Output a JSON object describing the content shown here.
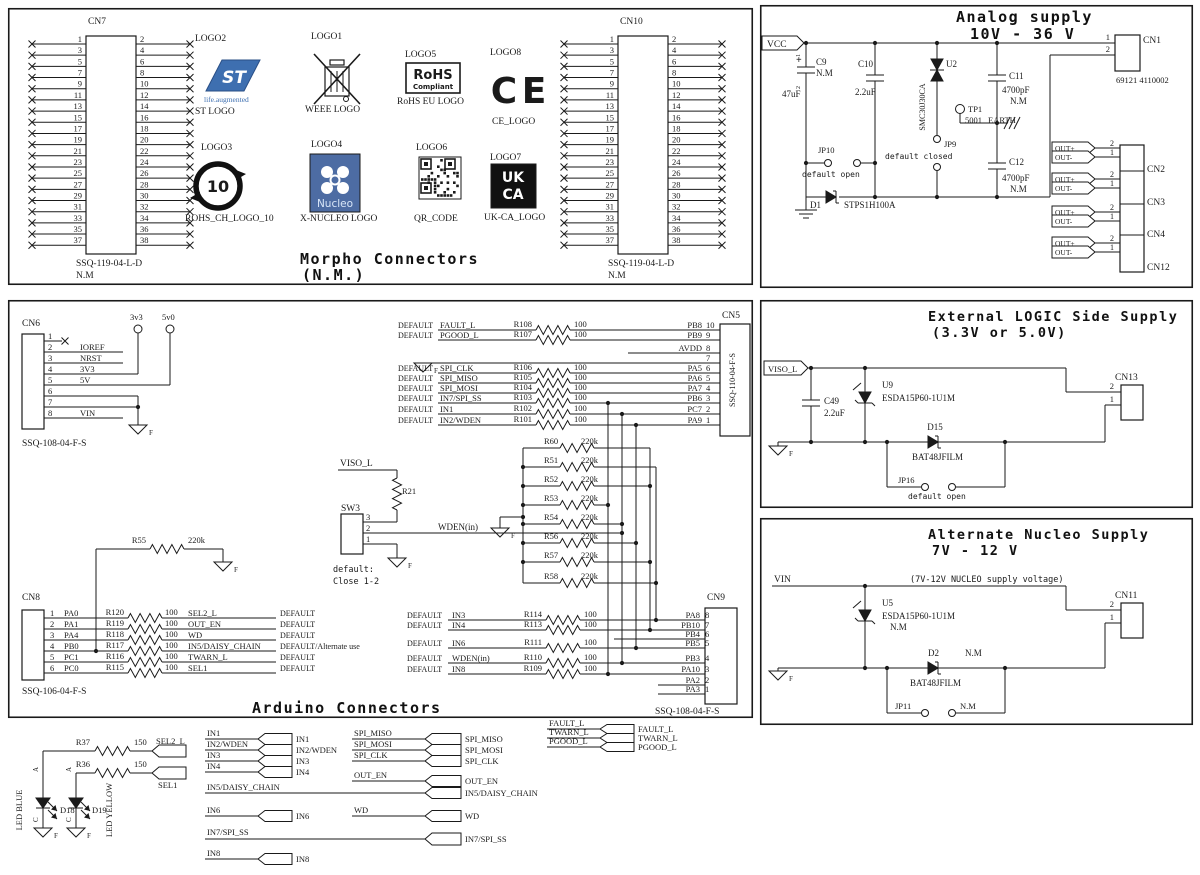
{
  "colors": {
    "ink": "#1a1a1a",
    "st_blue": "#3e6fb0",
    "nucleo_blue": "#4d6ca3",
    "logo_black": "#111111"
  },
  "gnd": "F",
  "sections": {
    "morpho": {
      "title1": "Morpho Connectors",
      "title2": "(N.M.)"
    },
    "analog": {
      "title1": "Analog supply",
      "title2": "10V - 36 V"
    },
    "arduino": {
      "title": "Arduino Connectors"
    },
    "logic": {
      "title1": "External LOGIC Side Supply",
      "title2": "(3.3V or 5.0V)"
    },
    "alt": {
      "title1": "Alternate Nucleo Supply",
      "title2": "7V - 12 V"
    }
  },
  "morpho": {
    "cn7": {
      "ref": "CN7",
      "part": "SSQ-119-04-L-D",
      "nm": "N.M",
      "pin_pairs": 19
    },
    "cn10": {
      "ref": "CN10",
      "part": "SSQ-119-04-L-D",
      "nm": "N.M",
      "pin_pairs": 19
    },
    "logos": [
      {
        "id": "LOGO2",
        "caption": "ST LOGO",
        "kind": "st",
        "sub": "life.augmented"
      },
      {
        "id": "LOGO1",
        "caption": "WEEE LOGO",
        "kind": "weee"
      },
      {
        "id": "LOGO5",
        "caption": "RoHS EU LOGO",
        "kind": "rohs",
        "line1": "RoHS",
        "line2": "Compliant"
      },
      {
        "id": "LOGO8",
        "caption": "CE_LOGO",
        "kind": "ce",
        "line1": "C",
        "line2": "E"
      },
      {
        "id": "LOGO3",
        "caption": "ROHS_CH_LOGO_10",
        "kind": "rohs10",
        "line1": "10"
      },
      {
        "id": "LOGO4",
        "caption": "X-NUCLEO LOGO",
        "kind": "nucleo",
        "line1": "Nucleo"
      },
      {
        "id": "LOGO6",
        "caption": "QR_CODE",
        "kind": "qr"
      },
      {
        "id": "LOGO7",
        "caption": "UK-CA_LOGO",
        "kind": "ukca",
        "line1": "UK",
        "line2": "CA"
      }
    ]
  },
  "analog": {
    "vcc": "VCC",
    "c9": {
      "ref": "C9",
      "nm": "N.M",
      "value": "47uF",
      "plus": "+",
      "p1": "1",
      "p2": "2"
    },
    "c10": {
      "ref": "C10",
      "value": "2.2uF"
    },
    "u2": {
      "ref": "U2",
      "part": "SMC30J30CA"
    },
    "jp10": {
      "ref": "JP10",
      "note": "default open"
    },
    "jp9": {
      "ref": "JP9",
      "note": "default closed"
    },
    "tp1": {
      "ref": "TP1",
      "part": "5001",
      "net": "EARTH"
    },
    "c11": {
      "ref": "C11",
      "value": "4700pF",
      "nm": "N.M"
    },
    "c12": {
      "ref": "C12",
      "value": "4700pF",
      "nm": "N.M"
    },
    "d1": {
      "ref": "D1",
      "part": "STPS1H100A"
    },
    "cn1": {
      "ref": "CN1",
      "part": "69121 4110002",
      "pin1": "1",
      "pin2": "2"
    },
    "outs": {
      "plus": "OUT+",
      "minus": "OUT-",
      "pin2": "2",
      "pin1": "1",
      "refs": [
        "CN2",
        "CN3",
        "CN4",
        "CN12"
      ]
    }
  },
  "arduino": {
    "cn6": {
      "ref": "CN6",
      "part": "SSQ-108-04-F-S",
      "tp1": "3v3",
      "tp2": "5v0",
      "rows": [
        {
          "pin": "1",
          "label": ""
        },
        {
          "pin": "2",
          "label": "IOREF"
        },
        {
          "pin": "3",
          "label": "NRST"
        },
        {
          "pin": "4",
          "label": "3V3"
        },
        {
          "pin": "5",
          "label": "5V"
        },
        {
          "pin": "6",
          "label": ""
        },
        {
          "pin": "7",
          "label": ""
        },
        {
          "pin": "8",
          "label": "VIN"
        }
      ]
    },
    "cn5": {
      "ref": "CN5",
      "part": "SSQ-110-04-F-S",
      "rows": [
        {
          "def": "DEFAULT",
          "sig": "FAULT_L",
          "res": "R108",
          "val": "100",
          "lab": "PB8",
          "pin": "10"
        },
        {
          "def": "DEFAULT",
          "sig": "PGOOD_L",
          "res": "R107",
          "val": "100",
          "lab": "PB9",
          "pin": "9"
        },
        {
          "lab": "AVDD",
          "pin": "8"
        },
        {
          "pin": "7"
        },
        {
          "def": "DEFAULT",
          "sig": "SPI_CLK",
          "res": "R106",
          "val": "100",
          "lab": "PA5",
          "pin": "6"
        },
        {
          "def": "DEFAULT",
          "sig": "SPI_MISO",
          "res": "R105",
          "val": "100",
          "lab": "PA6",
          "pin": "5"
        },
        {
          "def": "DEFAULT",
          "sig": "SPI_MOSI",
          "res": "R104",
          "val": "100",
          "lab": "PA7",
          "pin": "4"
        },
        {
          "def": "DEFAULT",
          "sig": "IN7/SPI_SS",
          "res": "R103",
          "val": "100",
          "lab": "PB6",
          "pin": "3"
        },
        {
          "def": "DEFAULT",
          "sig": "IN1",
          "res": "R102",
          "val": "100",
          "lab": "PC7",
          "pin": "2"
        },
        {
          "def": "DEFAULT",
          "sig": "IN2/WDEN",
          "res": "R101",
          "val": "100",
          "lab": "PA9",
          "pin": "1"
        }
      ]
    },
    "pulldowns": [
      {
        "ref": "R60",
        "val": "220k"
      },
      {
        "ref": "R51",
        "val": "220k"
      },
      {
        "ref": "R52",
        "val": "220k"
      },
      {
        "ref": "R53",
        "val": "220k"
      },
      {
        "ref": "R54",
        "val": "220k"
      },
      {
        "ref": "R56",
        "val": "220k"
      },
      {
        "ref": "R57",
        "val": "220k"
      },
      {
        "ref": "R58",
        "val": "220k"
      }
    ],
    "r55": {
      "ref": "R55",
      "val": "220k"
    },
    "viso": "VISO_L",
    "r21": "R21",
    "sw3": {
      "ref": "SW3",
      "p3": "3",
      "p2": "2",
      "p1": "1",
      "sig": "WDEN(in)",
      "note1": "default:",
      "note2": "Close 1-2"
    },
    "cn8": {
      "ref": "CN8",
      "part": "SSQ-106-04-F-S",
      "rows": [
        {
          "pin": "1",
          "lab": "PA0",
          "res": "R120",
          "val": "100",
          "sig": "SEL2_L",
          "def": "DEFAULT"
        },
        {
          "pin": "2",
          "lab": "PA1",
          "res": "R119",
          "val": "100",
          "sig": "OUT_EN",
          "def": "DEFAULT"
        },
        {
          "pin": "3",
          "lab": "PA4",
          "res": "R118",
          "val": "100",
          "sig": "WD",
          "def": "DEFAULT"
        },
        {
          "pin": "4",
          "lab": "PB0",
          "res": "R117",
          "val": "100",
          "sig": "IN5/DAISY_CHAIN",
          "def": "DEFAULT/Alternate use"
        },
        {
          "pin": "5",
          "lab": "PC1",
          "res": "R116",
          "val": "100",
          "sig": "TWARN_L",
          "def": "DEFAULT"
        },
        {
          "pin": "6",
          "lab": "PC0",
          "res": "R115",
          "val": "100",
          "sig": "SEL1",
          "def": "DEFAULT"
        }
      ]
    },
    "cn9": {
      "ref": "CN9",
      "part": "SSQ-108-04-F-S",
      "rows": [
        {
          "def": "DEFAULT",
          "sig": "IN3",
          "res": "R114",
          "val": "100",
          "lab": "PA8",
          "pin": "8"
        },
        {
          "def": "DEFAULT",
          "sig": "IN4",
          "res": "R113",
          "val": "100",
          "lab": "PB10",
          "pin": "7"
        },
        {
          "lab": "PB4",
          "pin": "6"
        },
        {
          "def": "DEFAULT",
          "sig": "IN6",
          "res": "R111",
          "val": "100",
          "lab": "PB5",
          "pin": "5"
        },
        {
          "def": "DEFAULT",
          "sig": "WDEN(in)",
          "res": "R110",
          "val": "100",
          "lab": "PB3",
          "pin": "4"
        },
        {
          "def": "DEFAULT",
          "sig": "IN8",
          "res": "R109",
          "val": "100",
          "lab": "PA10",
          "pin": "3"
        },
        {
          "lab": "PA2",
          "pin": "2"
        },
        {
          "lab": "PA3",
          "pin": "1"
        }
      ]
    }
  },
  "logic": {
    "viso": "VISO_L",
    "c49": {
      "ref": "C49",
      "value": "2.2uF"
    },
    "u9": {
      "ref": "U9",
      "part": "ESDA15P60-1U1M"
    },
    "d15": {
      "ref": "D15",
      "part": "BAT48JFILM"
    },
    "jp16": {
      "ref": "JP16",
      "note": "default open"
    },
    "cn13": {
      "ref": "CN13",
      "pin2": "2",
      "pin1": "1"
    }
  },
  "alt": {
    "vin": "VIN",
    "note": "(7V-12V NUCLEO supply voltage)",
    "u5": {
      "ref": "U5",
      "part": "ESDA15P60-1U1M",
      "nm": "N.M"
    },
    "d2": {
      "ref": "D2",
      "part": "BAT48JFILM",
      "nm": "N.M"
    },
    "jp11": {
      "ref": "JP11",
      "nm": "N.M"
    },
    "cn11": {
      "ref": "CN11",
      "pin2": "2",
      "pin1": "1"
    }
  },
  "bottom": {
    "r37": {
      "ref": "R37",
      "val": "150"
    },
    "r36": {
      "ref": "R36",
      "val": "150"
    },
    "sel2": "SEL2_L",
    "sel1": "SEL1",
    "d18": {
      "ref": "D18",
      "name": "LED BLUE"
    },
    "d19": {
      "ref": "D19",
      "name": "LED YELLOW"
    },
    "anode": "A",
    "cathode": "C",
    "grp_in": [
      "IN1",
      "IN2/WDEN",
      "IN3",
      "IN4"
    ],
    "in5": "IN5/DAISY_CHAIN",
    "in6": "IN6",
    "in7": "IN7/SPI_SS",
    "in8": "IN8",
    "grp_spi": [
      "SPI_MISO",
      "SPI_MOSI",
      "SPI_CLK"
    ],
    "grp_out": [
      "OUT_EN",
      "IN5/DAISY_CHAIN"
    ],
    "wd": "WD",
    "grp_fault": [
      "FAULT_L",
      "TWARN_L",
      "PGOOD_L"
    ]
  }
}
